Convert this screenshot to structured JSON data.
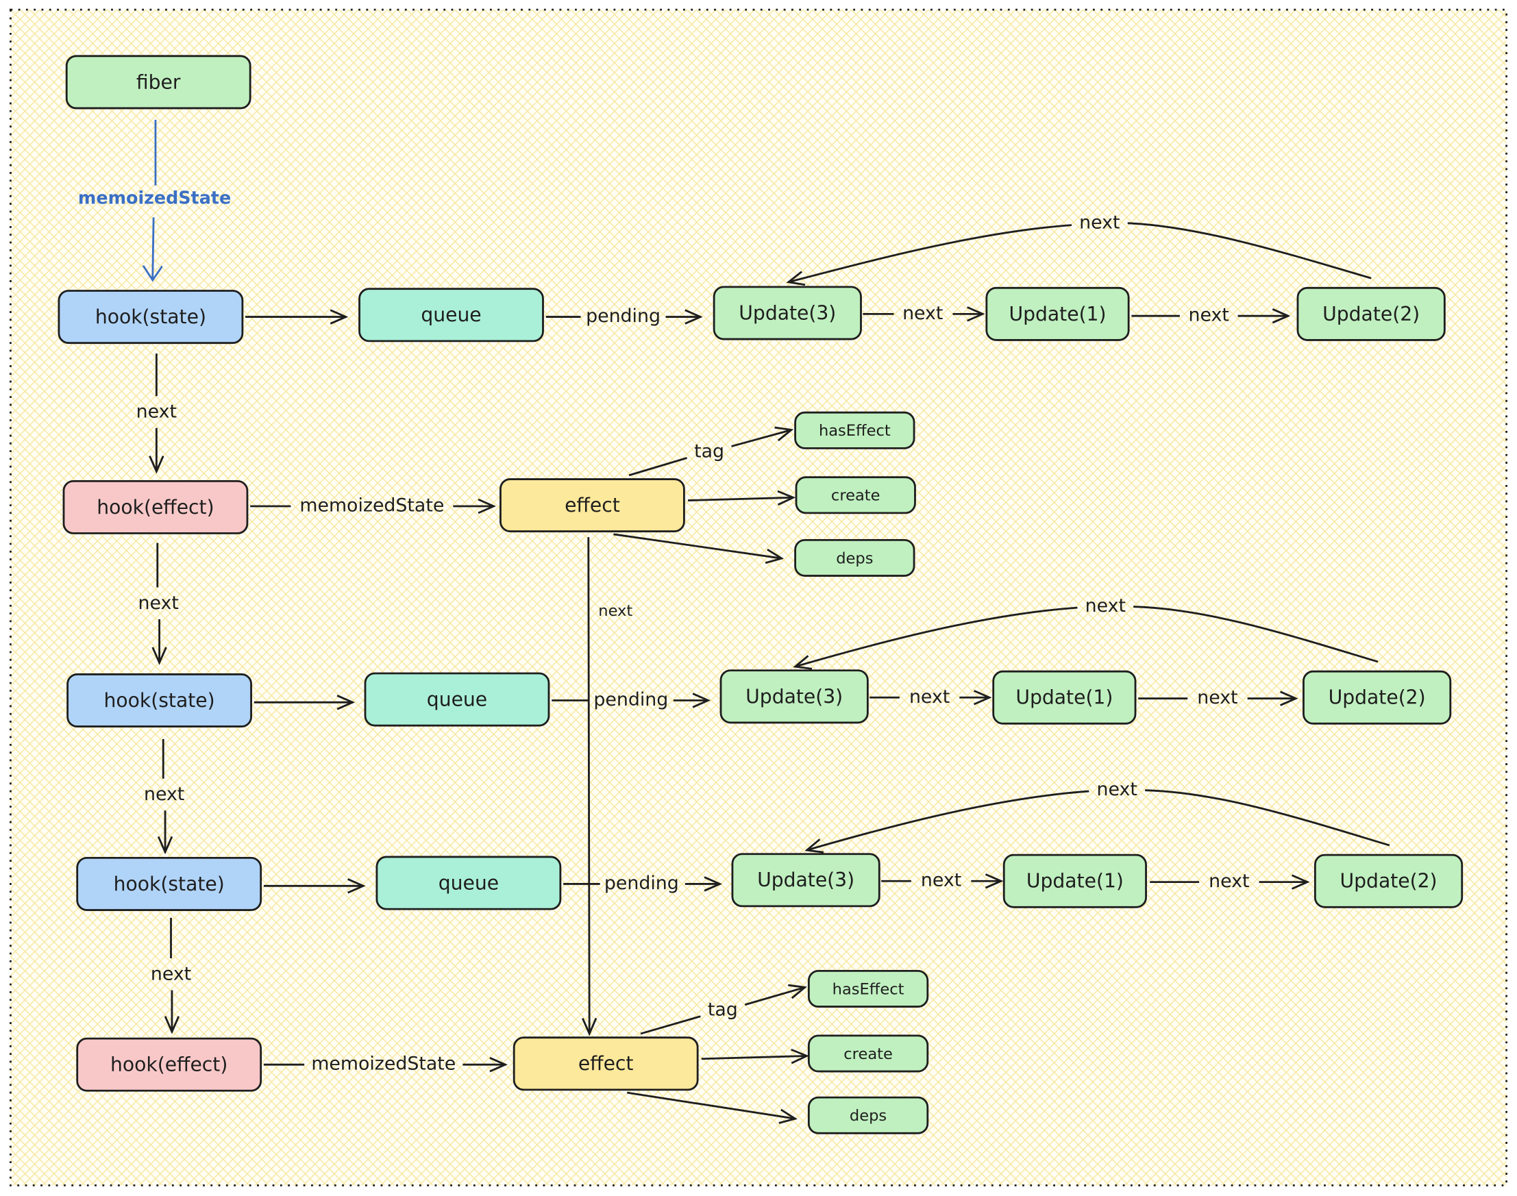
{
  "colors": {
    "green": "#c0f0c0",
    "blue": "#b0d4f8",
    "teal": "#aaf0d8",
    "pink": "#f8c8c8",
    "yellow": "#fde99c",
    "stroke": "#1e1e1e",
    "accent": "#3a6fc4"
  },
  "nodes": {
    "fiber": "fiber",
    "hook1": "hook(state)",
    "queue1": "queue",
    "u1a": "Update(3)",
    "u1b": "Update(1)",
    "u1c": "Update(2)",
    "hook2": "hook(effect)",
    "effect1": "effect",
    "has1": "hasEffect",
    "create1": "create",
    "deps1": "deps",
    "hook3": "hook(state)",
    "queue3": "queue",
    "u3a": "Update(3)",
    "u3b": "Update(1)",
    "u3c": "Update(2)",
    "hook4": "hook(state)",
    "queue4": "queue",
    "u4a": "Update(3)",
    "u4b": "Update(1)",
    "u4c": "Update(2)",
    "hook5": "hook(effect)",
    "effect5": "effect",
    "has5": "hasEffect",
    "create5": "create",
    "deps5": "deps"
  },
  "edges": {
    "memo": "memoizedState",
    "next": "next",
    "pending": "pending",
    "tag": "tag"
  }
}
